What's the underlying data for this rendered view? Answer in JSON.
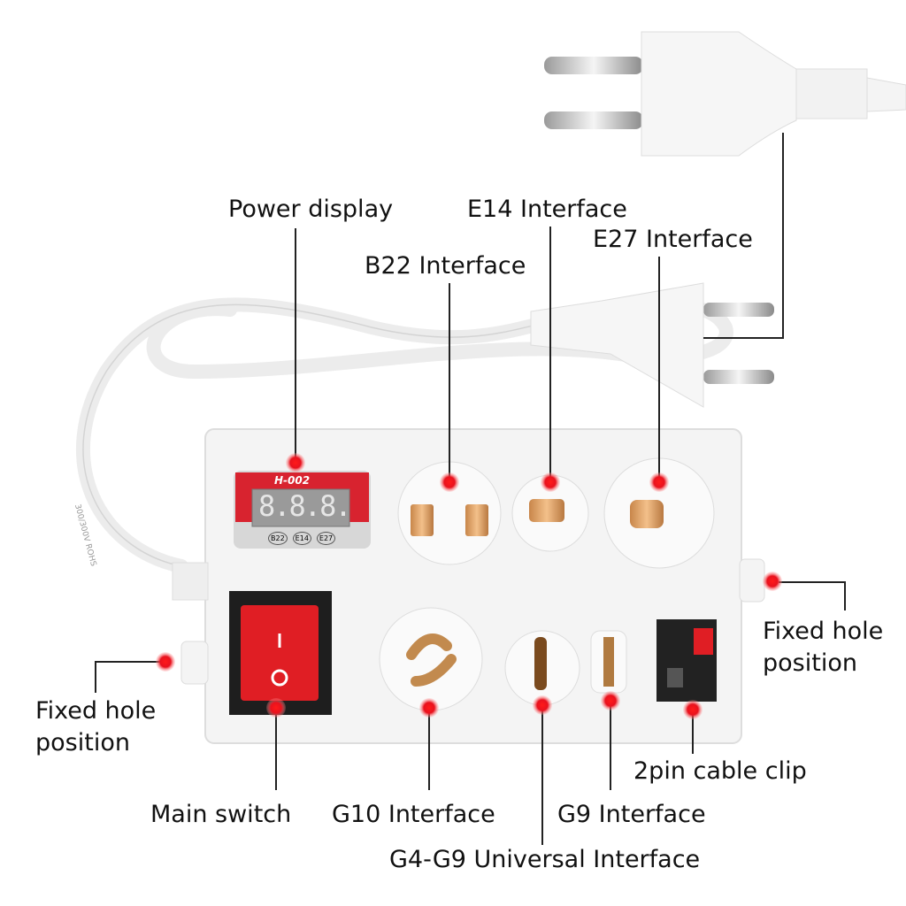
{
  "labels": {
    "power_display": "Power display",
    "e14": "E14 Interface",
    "e27": "E27 Interface",
    "b22": "B22 Interface",
    "fixed_hole_right_1": "Fixed hole",
    "fixed_hole_right_2": "position",
    "fixed_hole_left_1": "Fixed hole",
    "fixed_hole_left_2": "position",
    "main_switch": "Main switch",
    "g10": "G10 Interface",
    "g9": "G9 Interface",
    "g4_g9": "G4-G9 Universal Interface",
    "cable_clip": "2pin cable clip"
  },
  "display": {
    "model": "H-002",
    "digits": "8.8.8.",
    "buttons": [
      "B22",
      "E14",
      "E27"
    ],
    "cable_print": "300/300V ROHS"
  },
  "colors": {
    "marker": "#e8121e",
    "display_red": "#d8232f",
    "switch_red": "#e01e24"
  }
}
